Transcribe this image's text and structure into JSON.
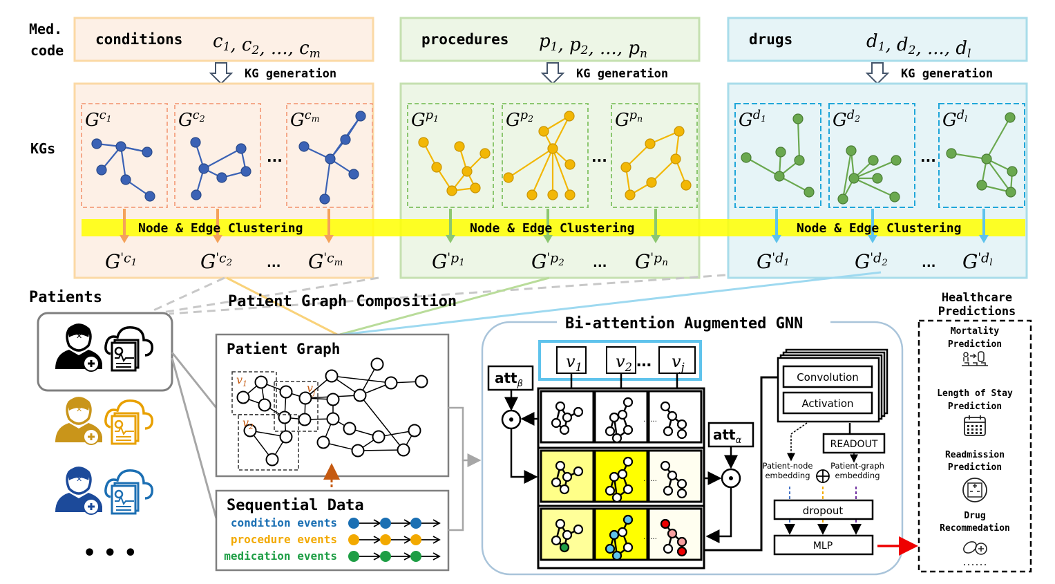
{
  "labels": {
    "med_code_line1": "Med.",
    "med_code_line2": "code",
    "kgs": "KGs",
    "patients": "Patients",
    "ellipsis": "...",
    "bullet_ellipsis": "• • •",
    "kg_generation": "KG generation",
    "node_edge_clustering": "Node & Edge Clustering",
    "patient_graph_composition": "Patient Graph Composition",
    "bi_attention_gnn": "Bi-attention Augmented GNN",
    "patient_graph": "Patient Graph",
    "sequential_data": "Sequential Data"
  },
  "code_groups": [
    {
      "key": "conditions",
      "label": "conditions",
      "formula_base": "c",
      "formula": "c1, c2, ..., cm",
      "kg_titles": [
        "c1",
        "c2",
        "cm"
      ],
      "clustered": [
        "c1",
        "c2",
        "cm"
      ],
      "fill": "#fdf0e6",
      "stroke": "#fbd9a5",
      "dash": "#f5a98a",
      "node": "#3b62b5"
    },
    {
      "key": "procedures",
      "label": "procedures",
      "formula_base": "p",
      "formula": "p1, p2, ..., pn",
      "kg_titles": [
        "p1",
        "p2",
        "pn"
      ],
      "clustered": [
        "p1",
        "p2",
        "pn"
      ],
      "fill": "#edf6e6",
      "stroke": "#c5e0b0",
      "dash": "#8cc770",
      "node": "#f2b705"
    },
    {
      "key": "drugs",
      "label": "drugs",
      "formula_base": "d",
      "formula": "d1, d2, ..., dl",
      "kg_titles": [
        "d1",
        "d2",
        "dl"
      ],
      "clustered": [
        "d1",
        "d2",
        "dl"
      ],
      "fill": "#e6f4f7",
      "stroke": "#a8dcea",
      "dash": "#1fa6d9",
      "node": "#6aa84f"
    }
  ],
  "patient_graph": {
    "sub_labels": [
      "v1",
      "v2",
      "vj"
    ]
  },
  "sequential_events": [
    {
      "label": "condition events",
      "color": "#1a6fb3"
    },
    {
      "label": "procedure events",
      "color": "#f2a900"
    },
    {
      "label": "medication events",
      "color": "#1e9e45"
    }
  ],
  "gnn": {
    "v_labels": [
      "v1",
      "v2",
      "vj"
    ],
    "att_beta": "att",
    "att_beta_sub": "β",
    "att_alpha": "att",
    "att_alpha_sub": "α",
    "convolution": "Convolution",
    "activation": "Activation",
    "readout": "READOUT",
    "patient_node_embedding": "Patient-node embedding",
    "patient_graph_embedding": "Patient-graph embedding",
    "dropout": "dropout",
    "mlp": "MLP"
  },
  "healthcare": {
    "title_line1": "Healthcare",
    "title_line2": "Predictions",
    "tasks": [
      {
        "line1": "Mortality",
        "line2": "Prediction",
        "icon": "mortality-icon"
      },
      {
        "line1": "Length of Stay",
        "line2": "Prediction",
        "icon": "calendar-icon"
      },
      {
        "line1": "Readmission",
        "line2": "Prediction",
        "icon": "hospital-icon"
      },
      {
        "line1": "Drug",
        "line2": "Recommedation",
        "icon": "pill-icon"
      }
    ],
    "more": "......"
  },
  "colors": {
    "arrow_blue": "#44546a",
    "clustering_band": "#ffff00",
    "red_arrow": "#ee0000",
    "gnn_border": "#a9c4da",
    "v_box_border": "#5fc3ec",
    "yellow_cell": "#fffab0",
    "bright_yellow": "#ffff00"
  }
}
